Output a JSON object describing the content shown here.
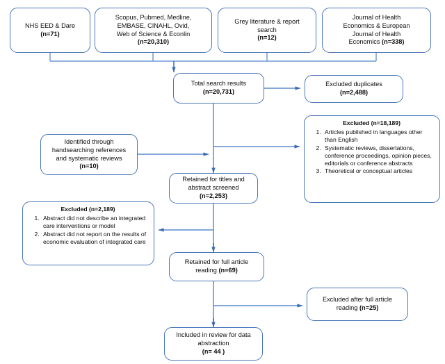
{
  "diagram": {
    "title": "PRISMA study selection flow diagram",
    "accent_color": "#4a76b8",
    "text_color": "#0d0d0d",
    "background": "#ffffff"
  },
  "nodes": {
    "source_nhs": {
      "lines": [
        "NHS EED & Dare"
      ],
      "count": "(n=71)"
    },
    "source_databases": {
      "lines": [
        "Scopus, Pubmed, Medline,",
        "EMBASE, CINAHL, Ovid,",
        "Web of Science & Econlin"
      ],
      "count": "(n=20,310)"
    },
    "source_grey": {
      "lines": [
        "Grey literature & report",
        "search"
      ],
      "count": "(n=12)"
    },
    "source_journals": {
      "lines": [
        "Journal of Health",
        "Economics & European",
        "Journal of Health"
      ],
      "last_line_prefix": "Economics ",
      "count": "(n=338)"
    },
    "total_results": {
      "lines": [
        "Total search results"
      ],
      "count": "(n=20,731)"
    },
    "excluded_duplicates": {
      "lines": [
        "Excluded duplicates"
      ],
      "count": "(n=2,488)"
    },
    "handsearching": {
      "lines": [
        "Identified through",
        "handsearching references",
        "and systematic reviews"
      ],
      "count": "(n=10)"
    },
    "excluded_18189": {
      "heading": "Excluded (n=18,189)",
      "items": [
        "Articles published in languages other than English",
        "Systematic reviews, dissertations, conference proceedings, opinion pieces, editorials or conference abstracts",
        "Theoretical or conceptual articles"
      ]
    },
    "retained_titles": {
      "lines": [
        "Retained for titles and",
        "abstract screened"
      ],
      "count": "(n=2,253)"
    },
    "excluded_2189": {
      "heading": "Excluded (n=2,189)",
      "items": [
        "Abstract did not describe  an integrated care interventions or model",
        "Abstract did not report on the results of economic evaluation of integrated care"
      ]
    },
    "retained_full": {
      "lines": [
        "Retained for full article"
      ],
      "last_line_prefix": "reading ",
      "count": "(n=69)"
    },
    "excluded_after_full": {
      "lines": [
        "Excluded after full article"
      ],
      "last_line_prefix": "reading ",
      "count": "(n=25)"
    },
    "included_final": {
      "lines": [
        "Included in review for data",
        "abstraction"
      ],
      "count": "(n= 44 )"
    }
  }
}
